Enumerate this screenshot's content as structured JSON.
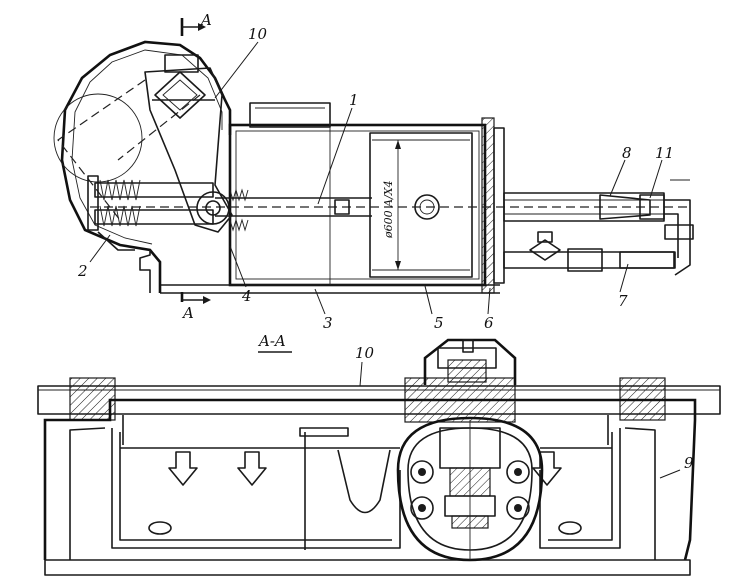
{
  "labels": {
    "section_top": "A",
    "section_bottom": "A",
    "section_title": "A-A",
    "diameter": "ø600 A/X4",
    "p1": "1",
    "p2": "2",
    "p3": "3",
    "p4": "4",
    "p5": "5",
    "p6": "6",
    "p7": "7",
    "p8": "8",
    "p9": "9",
    "p10_top": "10",
    "p10_section": "10",
    "p11": "11"
  }
}
